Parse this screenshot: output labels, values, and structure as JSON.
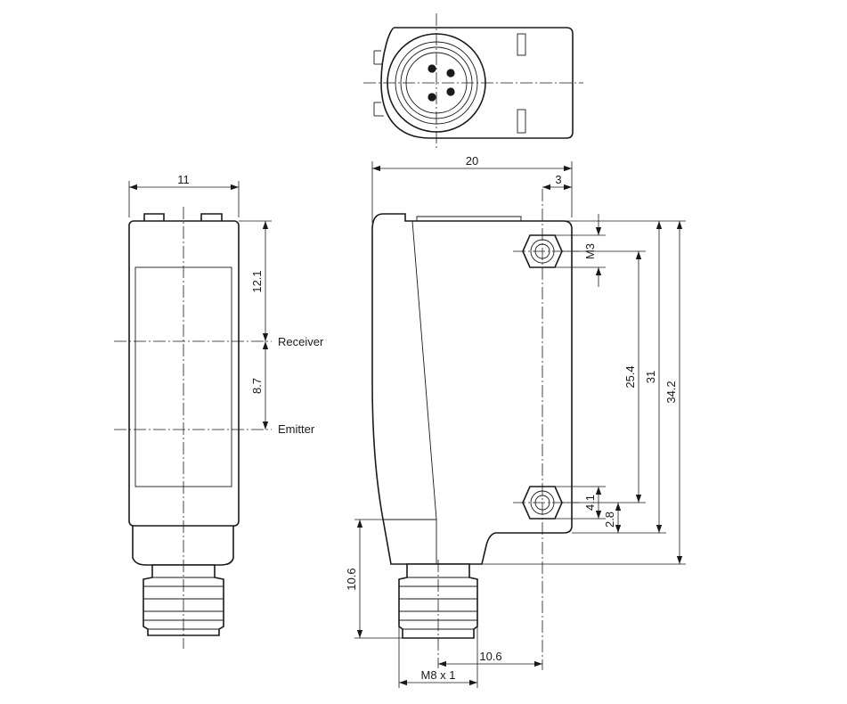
{
  "labels": {
    "receiver": "Receiver",
    "emitter": "Emitter"
  },
  "dimensions": {
    "side_width": "11",
    "lens_top_to_receiver": "12.1",
    "receiver_to_emitter": "8.7",
    "overall_width": "20",
    "hole_edge_offset": "3",
    "hole_thread": "M3",
    "hole_spacing": "25.4",
    "body_height": "31",
    "overall_height": "34.2",
    "lower_hole_step": "4.1",
    "lower_hole_offset": "2.8",
    "connector_length": "10.6",
    "connector_offset": "10.6",
    "connector_thread": "M8 x 1"
  }
}
